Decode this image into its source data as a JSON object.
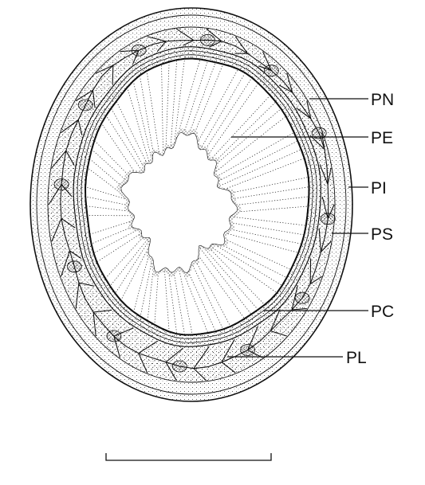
{
  "diagram": {
    "labels": {
      "pn": "PN",
      "pe": "PE",
      "pi": "PI",
      "ps": "PS",
      "pc": "PC",
      "pl": "PL"
    },
    "colors": {
      "ink": "#111111",
      "background": "#ffffff"
    }
  }
}
